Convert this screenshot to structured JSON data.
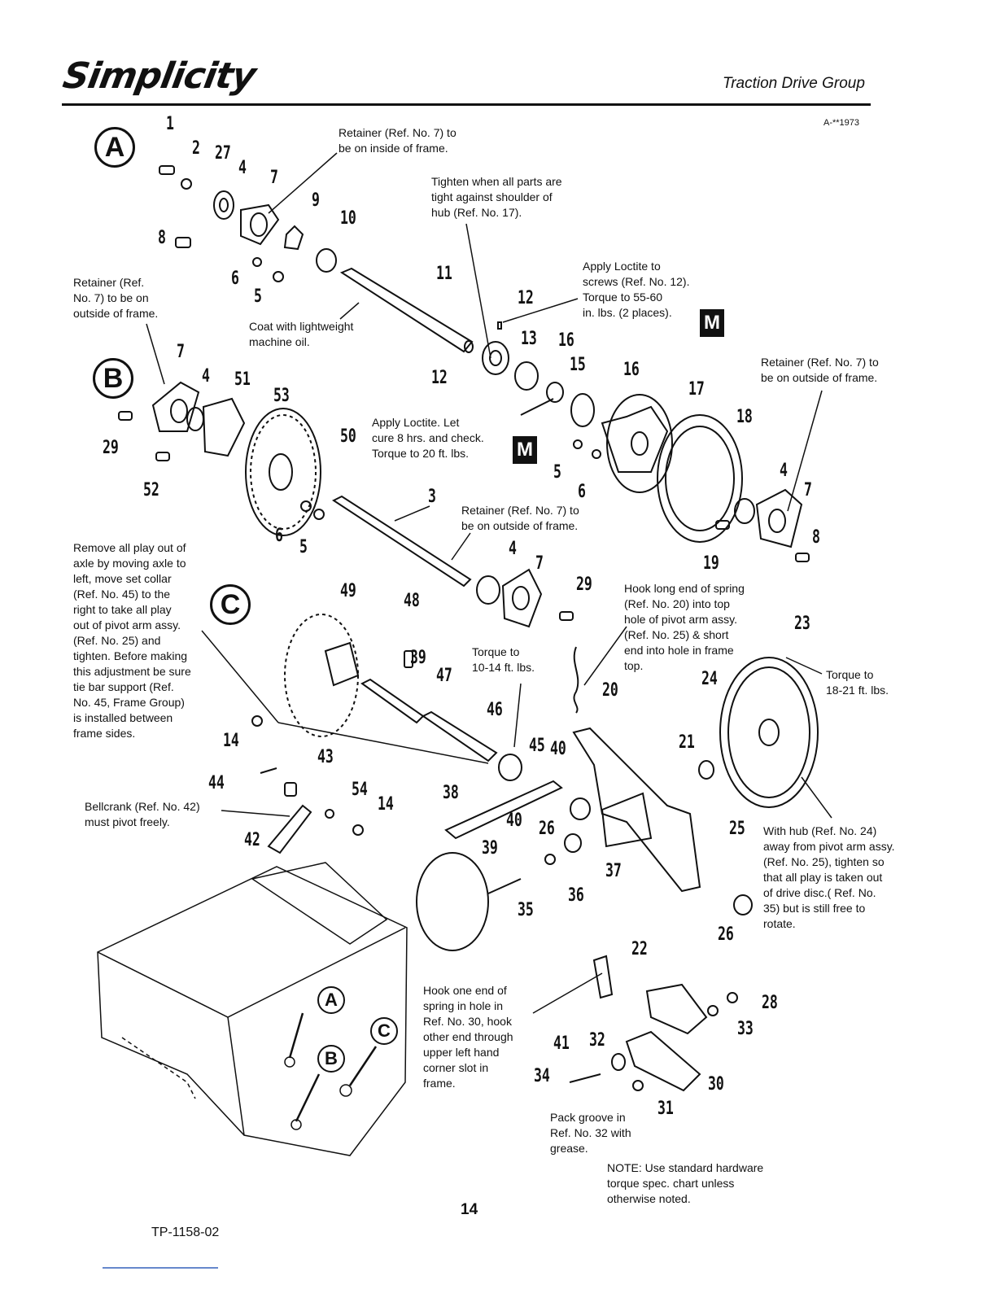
{
  "header": {
    "brand": "Simplicity",
    "section_title": "Traction Drive Group",
    "drawing_code": "A-**1973"
  },
  "callouts": {
    "a": "A",
    "b": "B",
    "c": "C"
  },
  "service_badge": "M",
  "notes": {
    "retainer_inside": "Retainer (Ref. No. 7) to\nbe on inside of frame.",
    "tighten_hub": "Tighten when all parts are\ntight against shoulder of\nhub (Ref. No. 17).",
    "loctite_screws": "Apply Loctite to\nscrews (Ref. No. 12).\nTorque to 55-60\nin. lbs. (2 places).",
    "retainer_outside_left": "Retainer (Ref.\nNo. 7) to be on\noutside of frame.",
    "coat_oil": "Coat with lightweight\nmachine oil.",
    "retainer_outside_right": "Retainer (Ref. No. 7) to\nbe on outside of frame.",
    "loctite_cure": "Apply Loctite. Let\ncure 8 hrs. and check.\nTorque to 20 ft. lbs.",
    "retainer_outside_mid": "Retainer (Ref. No. 7) to\nbe on outside of frame.",
    "remove_play": "Remove all play out of\naxle by moving axle to\nleft, move set collar\n(Ref. No. 45) to the\nright to take all play\nout of pivot arm assy.\n(Ref. No. 25) and\ntighten. Before making\nthis adjustment be sure\ntie bar support (Ref.\nNo. 45, Frame Group)\nis installed between\nframe sides.",
    "hook_spring": "Hook long end of spring\n(Ref. No. 20) into top\nhole of pivot arm assy.\n(Ref. No. 25) & short\nend into hole in frame\ntop.",
    "torque_10_14": "Torque to\n10-14 ft. lbs.",
    "torque_18_21": "Torque to\n18-21 ft. lbs.",
    "bellcrank": "Bellcrank (Ref. No. 42)\nmust pivot freely.",
    "hub_away": "With hub (Ref. No. 24)\naway from pivot arm assy.\n(Ref. No. 25), tighten so\nthat all play is taken out\nof drive disc.( Ref. No.\n35) but is still free to\nrotate.",
    "hook_one_end": "Hook one end of\nspring in hole in\nRef. No. 30, hook\nother end through\nupper left hand\ncorner slot in\nframe.",
    "pack_groove": "Pack groove in\nRef. No. 32 with\ngrease.",
    "hardware_note": "NOTE: Use standard hardware\ntorque spec. chart unless\notherwise noted."
  },
  "part_numbers": [
    "1",
    "2",
    "27",
    "4",
    "7",
    "9",
    "10",
    "8",
    "6",
    "5",
    "11",
    "12",
    "13",
    "16",
    "15",
    "16",
    "17",
    "18",
    "12",
    "7",
    "4",
    "51",
    "53",
    "50",
    "29",
    "52",
    "6",
    "5",
    "3",
    "5",
    "6",
    "4",
    "7",
    "19",
    "8",
    "4",
    "7",
    "29",
    "49",
    "48",
    "39",
    "47",
    "46",
    "45",
    "40",
    "20",
    "23",
    "24",
    "21",
    "14",
    "43",
    "44",
    "54",
    "14",
    "42",
    "38",
    "40",
    "26",
    "39",
    "37",
    "36",
    "35",
    "25",
    "26",
    "22",
    "28",
    "33",
    "41",
    "32",
    "34",
    "30",
    "31"
  ],
  "footer": {
    "page_number": "14",
    "doc_code": "TP-1158-02"
  }
}
